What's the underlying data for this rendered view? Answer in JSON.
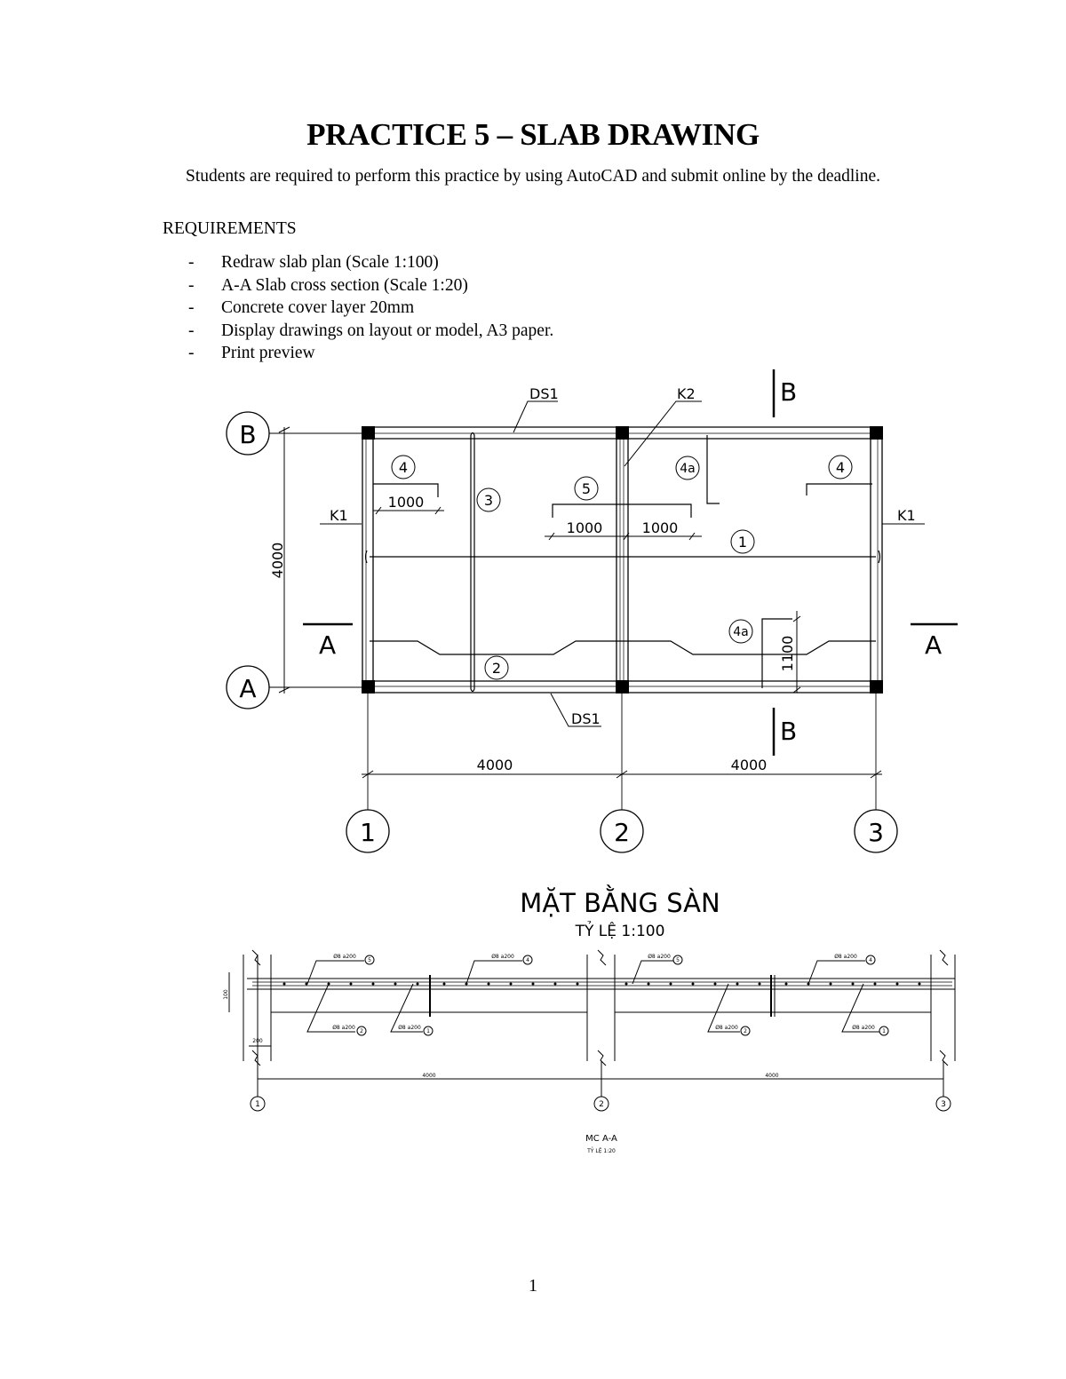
{
  "document": {
    "title": "PRACTICE 5 – SLAB DRAWING",
    "intro": "Students are required to perform this practice by using AutoCAD and submit online by the deadline.",
    "requirements_heading": "REQUIREMENTS",
    "requirements": [
      "Redraw slab plan (Scale 1:100)",
      "A-A Slab cross section (Scale 1:20)",
      "Concrete cover layer 20mm",
      "Display drawings on layout or model, A3 paper.",
      "Print preview"
    ],
    "list_marker": "-",
    "page_number": "1"
  },
  "plan": {
    "title": "MẶT BẰNG SÀN",
    "scale": "TỶ LỆ 1:100",
    "grid_rows": [
      "B",
      "A"
    ],
    "grid_cols": [
      "1",
      "2",
      "3"
    ],
    "beam_ds1": "DS1",
    "beam_k1": "K1",
    "beam_k2": "K2",
    "section_a": "A",
    "section_b": "B",
    "dim_span": "4000",
    "dim_height": "4000",
    "dim_1000": "1000",
    "dim_1100": "1100",
    "bar_1": "1",
    "bar_2": "2",
    "bar_3": "3",
    "bar_4": "4",
    "bar_4a": "4a",
    "bar_5": "5"
  },
  "section": {
    "title": "MC A-A",
    "scale": "TỶ LỆ 1:20",
    "dim_span": "4000",
    "dim_col": "200",
    "dim_slab": "100",
    "rebar_label": "Ø8 a200",
    "bar_1": "1",
    "bar_2": "2",
    "bar_3": "3",
    "bar_4": "4",
    "bar_5": "5",
    "grid_cols": [
      "1",
      "2",
      "3"
    ]
  },
  "colors": {
    "ink": "#000000",
    "paper": "#ffffff"
  }
}
